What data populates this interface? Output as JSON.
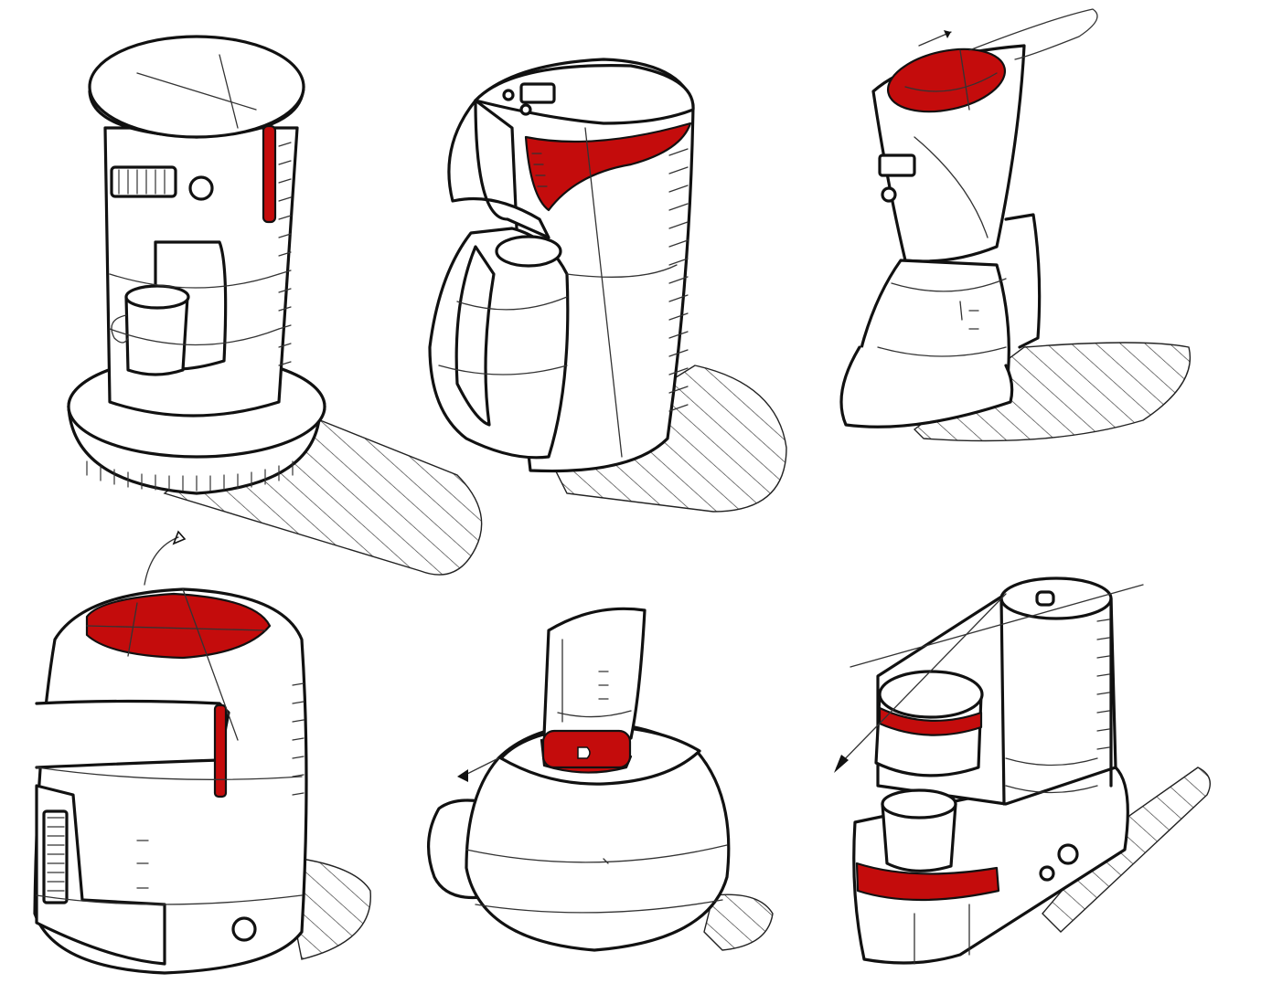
{
  "sheet": {
    "background": "#ffffff",
    "ink_color": "#111111",
    "accent_color": "#c40c0c",
    "sketches": [
      {
        "name": "drip-brewer-round-lid"
      },
      {
        "name": "coffee-maker-with-carafe"
      },
      {
        "name": "tapered-brewer-with-handle"
      },
      {
        "name": "canister-brewer"
      },
      {
        "name": "kettle-with-tank"
      },
      {
        "name": "espresso-machine"
      }
    ]
  }
}
